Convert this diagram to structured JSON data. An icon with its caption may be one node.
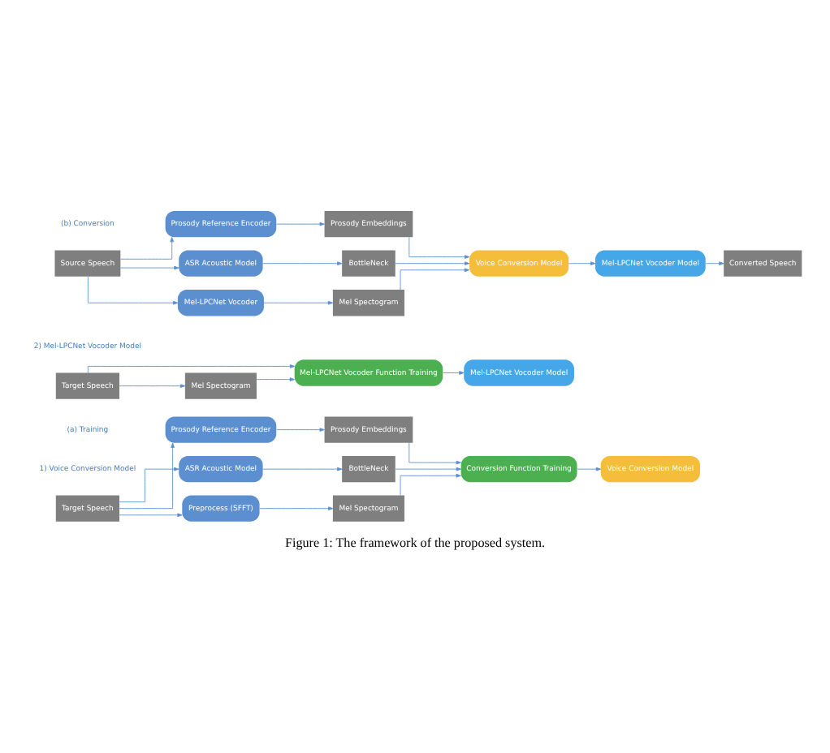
{
  "diagram": {
    "caption": "Figure 1: The framework of the proposed system.",
    "nodes": [
      {
        "text": [
          "Target Speech"
        ]
      },
      {
        "text": [
          "Preprocess (SFFT)"
        ]
      },
      {
        "text": [
          "ASR Acoustic Model"
        ]
      },
      {
        "text": [
          "Prosody Reference Encoder"
        ]
      },
      {
        "text": [
          "Mel Spectogram"
        ]
      },
      {
        "text": [
          "BottleNeck"
        ]
      },
      {
        "text": [
          "Prosody Embeddings"
        ]
      },
      {
        "text": [
          "Conversion Function Training"
        ]
      },
      {
        "text": [
          "Voice Conversion Model"
        ]
      },
      {
        "text": [
          "Target Speech"
        ]
      },
      {
        "text": [
          "Mel Spectogram"
        ]
      },
      {
        "text": [
          "Mel-LPCNet Vocoder Function Training"
        ]
      },
      {
        "text": [
          "Mel-LPCNet Vocoder Model"
        ]
      },
      {
        "text": [
          "Source Speech"
        ]
      },
      {
        "text": [
          "Mel-LPCNet Vocoder"
        ]
      },
      {
        "text": [
          "ASR Acoustic Model"
        ]
      },
      {
        "text": [
          "Prosody Reference Encoder"
        ]
      },
      {
        "text": [
          "Mel Spectogram"
        ]
      },
      {
        "text": [
          "BottleNeck"
        ]
      },
      {
        "text": [
          "Prosody Embeddings"
        ]
      },
      {
        "text": [
          "Voice Conversion Model"
        ]
      },
      {
        "text": [
          "Mel-LPCNet Vocoder Model"
        ]
      },
      {
        "text": [
          "Converted Speech"
        ]
      }
    ],
    "edges": [
      {
        "from": 0,
        "to": 1,
        "arrow": "to"
      },
      {
        "from": 0,
        "to": 2,
        "arrow": "to"
      },
      {
        "from": 0,
        "to": 3,
        "arrow": "to"
      },
      {
        "from": 1,
        "to": 4,
        "arrow": "to"
      },
      {
        "from": 2,
        "to": 5,
        "arrow": "to"
      },
      {
        "from": 3,
        "to": 6,
        "arrow": "to"
      },
      {
        "from": 4,
        "to": 7,
        "arrow": "to"
      },
      {
        "from": 5,
        "to": 7,
        "arrow": "to"
      },
      {
        "from": 6,
        "to": 7,
        "arrow": "to"
      },
      {
        "from": 7,
        "to": 8,
        "arrow": "to"
      },
      {
        "from": 9,
        "to": 10,
        "arrow": "to"
      },
      {
        "from": 9,
        "to": 11,
        "arrow": "to"
      },
      {
        "from": 10,
        "to": 11,
        "arrow": "to"
      },
      {
        "from": 11,
        "to": 12,
        "arrow": "to"
      },
      {
        "from": 13,
        "to": 14,
        "arrow": "to"
      },
      {
        "from": 13,
        "to": 15,
        "arrow": "to"
      },
      {
        "from": 13,
        "to": 16,
        "arrow": "to"
      },
      {
        "from": 14,
        "to": 17,
        "arrow": "to"
      },
      {
        "from": 15,
        "to": 18,
        "arrow": "to"
      },
      {
        "from": 16,
        "to": 19,
        "arrow": "to"
      },
      {
        "from": 17,
        "to": 20,
        "arrow": "to"
      },
      {
        "from": 18,
        "to": 20,
        "arrow": "to"
      },
      {
        "from": 19,
        "to": 20,
        "arrow": "to"
      },
      {
        "from": 20,
        "to": 21,
        "arrow": "to"
      },
      {
        "from": 21,
        "to": 22,
        "arrow": "to"
      }
    ],
    "labels": [
      "(a) Training",
      "1) Voice Conversion Model",
      "2) Mel-LPCNet Vocoder Model",
      "(b) Conversion"
    ]
  }
}
